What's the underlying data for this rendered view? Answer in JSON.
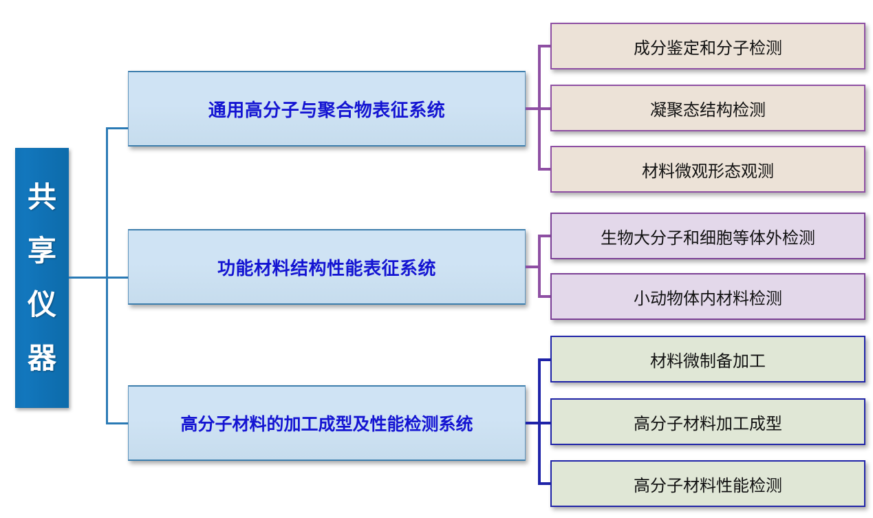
{
  "diagram": {
    "type": "organizational-tree",
    "root": {
      "label": "共享仪器",
      "chars": [
        "共",
        "享",
        "仪",
        "器"
      ],
      "fill_color": "#1173b8",
      "text_color": "#ffffff"
    },
    "branches": [
      {
        "id": "branch-1",
        "label": "通用高分子与聚合物表征系统",
        "fill_color": "#cfe3f4",
        "text_color": "#1414d2",
        "connector_color": "#8e4fa3",
        "children": [
          {
            "label": "成分鉴定和分子检测",
            "fill_color": "#ece2d7",
            "border_color": "#8e4fa3"
          },
          {
            "label": "凝聚态结构检测",
            "fill_color": "#ece2d7",
            "border_color": "#8e4fa3"
          },
          {
            "label": "材料微观形态观测",
            "fill_color": "#ece2d7",
            "border_color": "#8e4fa3"
          }
        ]
      },
      {
        "id": "branch-2",
        "label": "功能材料结构性能表征系统",
        "fill_color": "#cfe3f4",
        "text_color": "#1414d2",
        "connector_color": "#7b3f96",
        "children": [
          {
            "label": "生物大分子和细胞等体外检测",
            "fill_color": "#e3d8ea",
            "border_color": "#7b3f96"
          },
          {
            "label": "小动物体内材料检测",
            "fill_color": "#e3d8ea",
            "border_color": "#7b3f96"
          }
        ]
      },
      {
        "id": "branch-3",
        "label": "高分子材料的加工成型及性能检测系统",
        "fill_color": "#cfe3f4",
        "text_color": "#1414d2",
        "connector_color": "#1f23a8",
        "children": [
          {
            "label": "材料微制备加工",
            "fill_color": "#e0e7d6",
            "border_color": "#1f23a8"
          },
          {
            "label": "高分子材料加工成型",
            "fill_color": "#e0e7d6",
            "border_color": "#1f23a8"
          },
          {
            "label": "高分子材料性能检测",
            "fill_color": "#e0e7d6",
            "border_color": "#1f23a8"
          }
        ]
      }
    ]
  }
}
